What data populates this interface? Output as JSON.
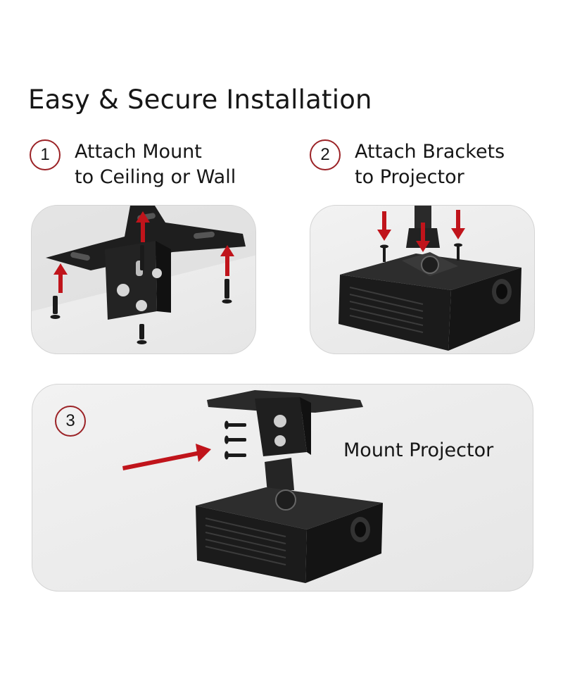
{
  "title": "Easy & Secure Installation",
  "steps": [
    {
      "number": "1",
      "line1": "Attach Mount",
      "line2": "to Ceiling or Wall"
    },
    {
      "number": "2",
      "line1": "Attach Brackets",
      "line2": "to Projector"
    },
    {
      "number": "3",
      "label": "Mount Projector"
    }
  ],
  "colors": {
    "accent": "#9b2226",
    "arrow": "#c0141b",
    "hardware": "#1c1c1c"
  }
}
